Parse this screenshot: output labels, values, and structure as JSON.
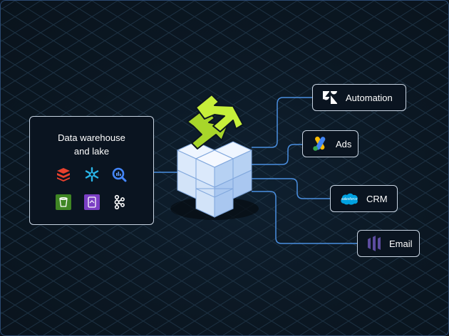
{
  "source": {
    "title_line1": "Data warehouse",
    "title_line2": "and lake",
    "icons": [
      "databricks-icon",
      "snowflake-icon",
      "bigquery-icon",
      "s3-bucket-icon",
      "azure-storage-icon",
      "kafka-icon"
    ]
  },
  "destinations": [
    {
      "label": "Automation",
      "icon": "zendesk-icon"
    },
    {
      "label": "Ads",
      "icon": "google-ads-icon"
    },
    {
      "label": "CRM",
      "icon": "salesforce-icon",
      "icon_text": "salesforce"
    },
    {
      "label": "Email",
      "icon": "marketo-icon"
    }
  ],
  "colors": {
    "background": "#0b1520",
    "grid": "#1d3142",
    "connector": "#4a8fe0",
    "cube_face": "#dbe9fb",
    "cube_side": "#a9c7f0",
    "arrow": "#c6ef3a"
  }
}
